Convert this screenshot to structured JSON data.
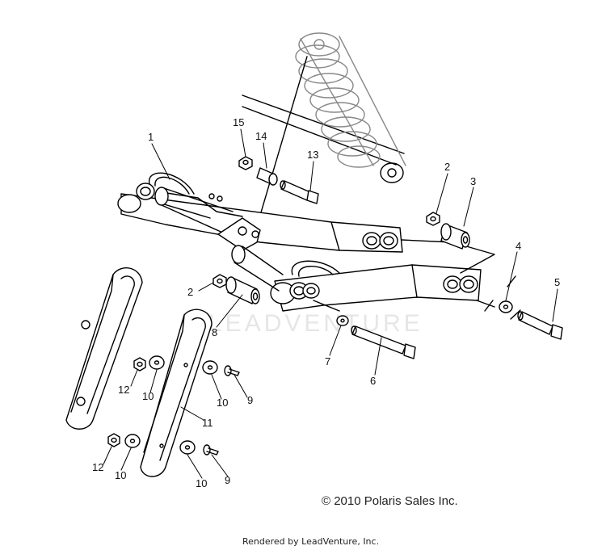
{
  "watermark": "LEADVENTURE",
  "copyright": "© 2010 Polaris Sales Inc.",
  "rendered_by": "Rendered by LeadVenture, Inc.",
  "callouts": {
    "c1": "1",
    "c2a": "2",
    "c2b": "2",
    "c3": "3",
    "c4": "4",
    "c5": "5",
    "c6": "6",
    "c7": "7",
    "c8": "8",
    "c9a": "9",
    "c9b": "9",
    "c10a": "10",
    "c10b": "10",
    "c10c": "10",
    "c10d": "10",
    "c11": "11",
    "c12a": "12",
    "c12b": "12",
    "c13": "13",
    "c14": "14",
    "c15": "15"
  }
}
